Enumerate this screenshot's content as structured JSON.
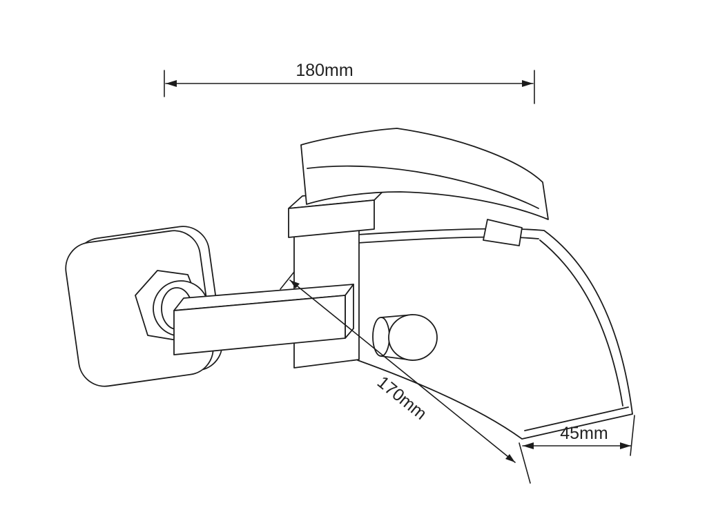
{
  "page": {
    "background": "#ffffff",
    "line_color": "#1c1c1c"
  },
  "drawing": {
    "name": "wall-mounted-waterfall-bath-mixer-technical-drawing"
  },
  "dimensions": {
    "overall_width": {
      "label": "180mm"
    },
    "diagonal_depth": {
      "label": "170mm"
    },
    "spout_tip_width": {
      "label": "45mm"
    }
  }
}
